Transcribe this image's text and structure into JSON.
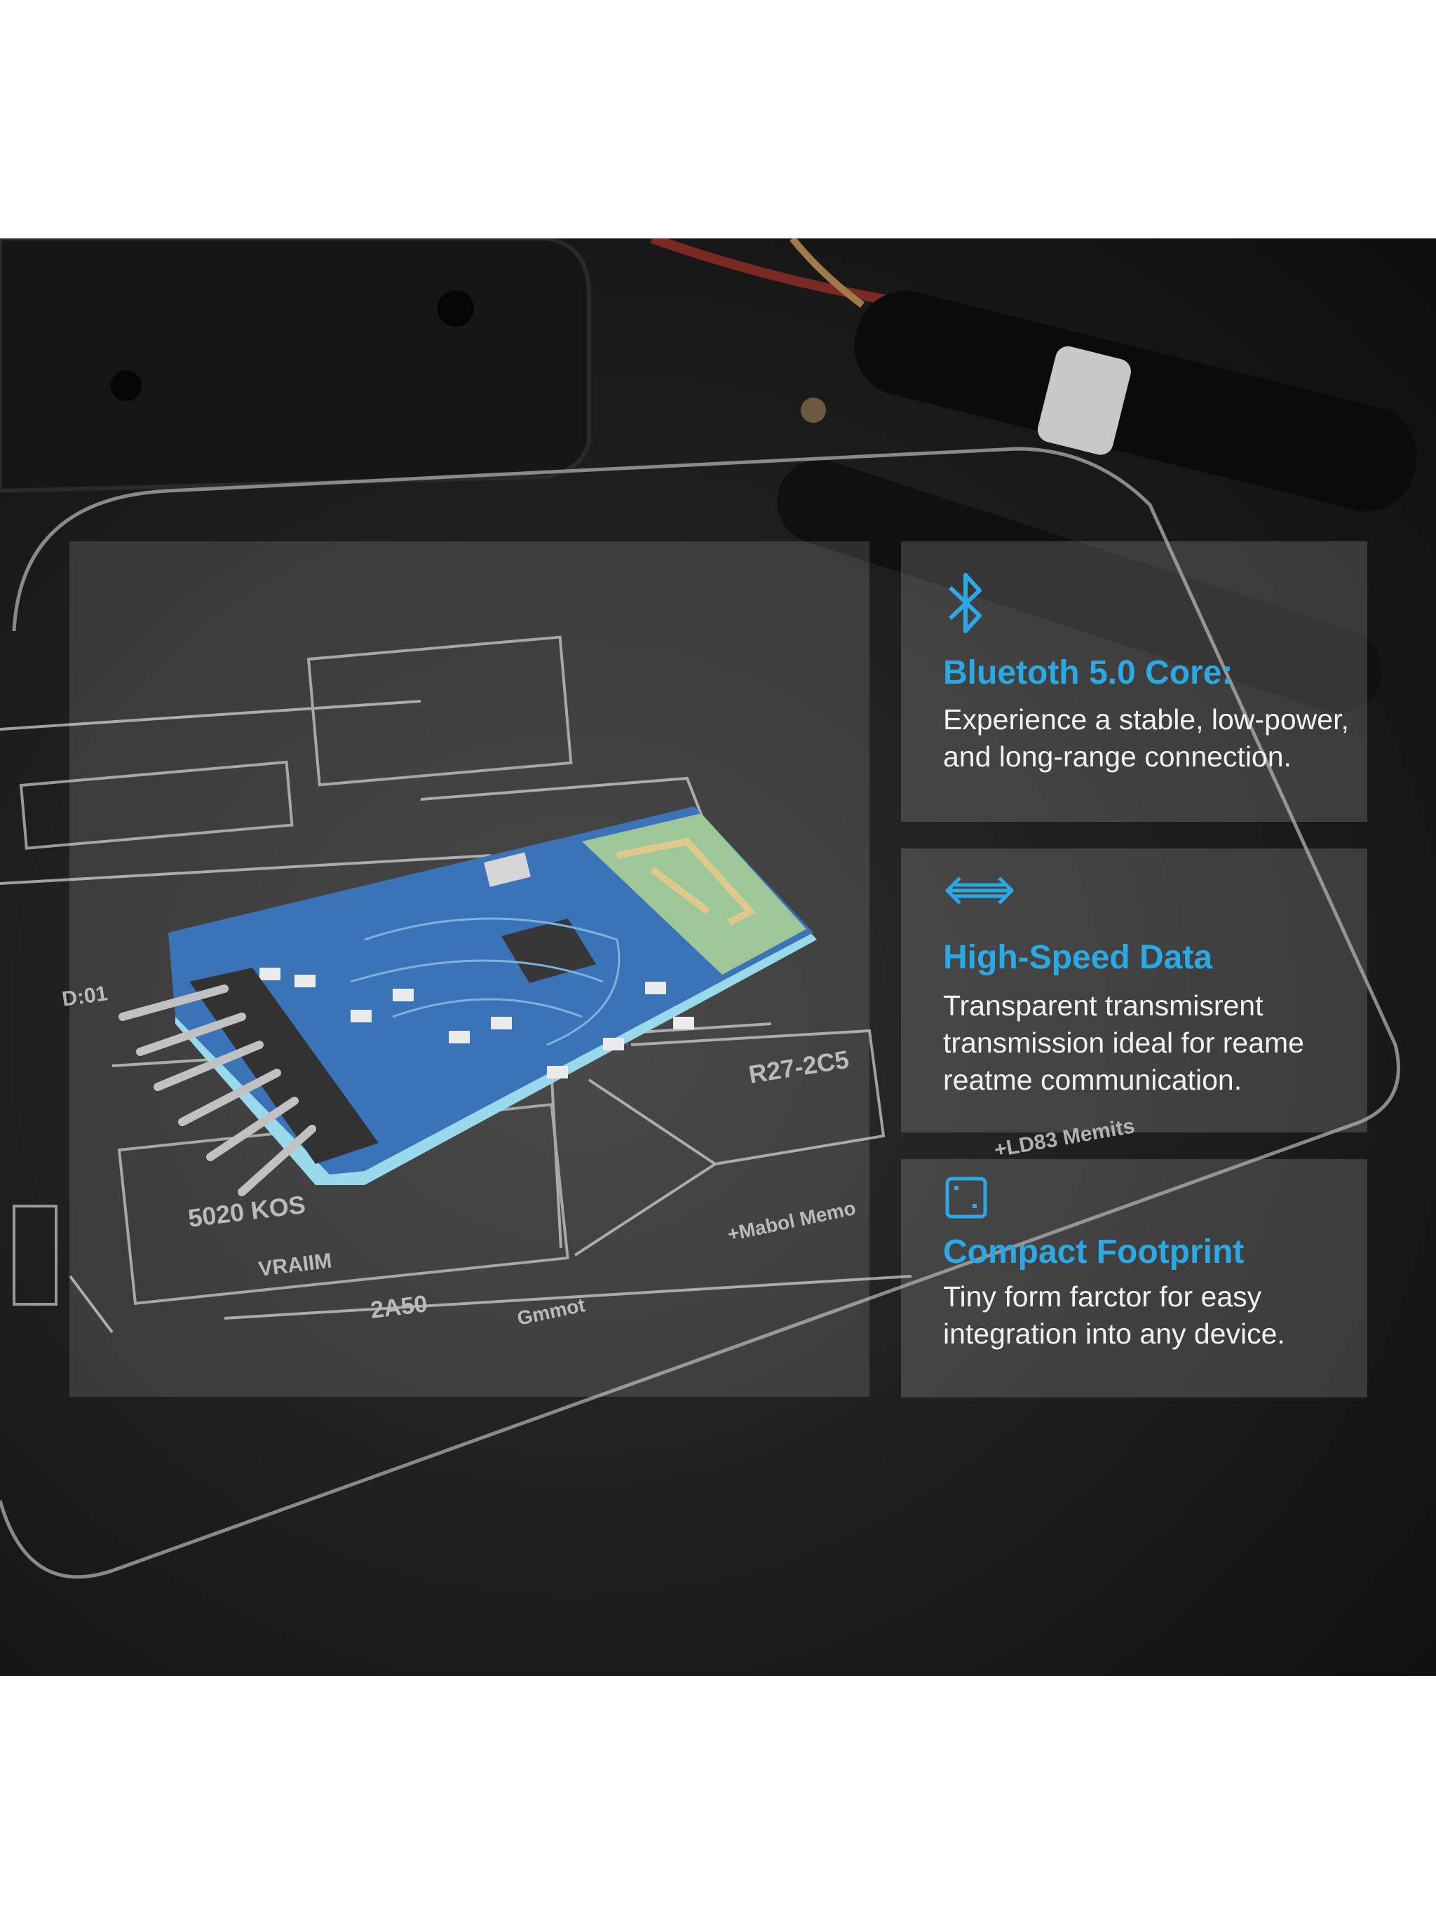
{
  "photo": {
    "schematic_labels": [
      "D:01",
      "5020 KOS",
      "VRAIIM",
      "2A50",
      "R27-2C5",
      "+LD83 Memits",
      "+Mabol Memo",
      "Gmmot"
    ]
  },
  "features": [
    {
      "icon": "bluetooth-icon",
      "title": "Bluetoth 5.0 Core:",
      "text": "Experience a stable, low-power, and long-range connection."
    },
    {
      "icon": "double-arrow-icon",
      "title": "High-Speed Data",
      "text": "Transparent transmisrent transmission ideal for reame reatme communication."
    },
    {
      "icon": "compact-square-icon",
      "title": "Compact Footprint",
      "text": "Tiny form farctor for easy integration into any device."
    }
  ],
  "colors": {
    "accent": "#2aa9e4",
    "text": "#f2f2f2",
    "board": "#1e5fae",
    "antenna": "#8fbf8a"
  }
}
